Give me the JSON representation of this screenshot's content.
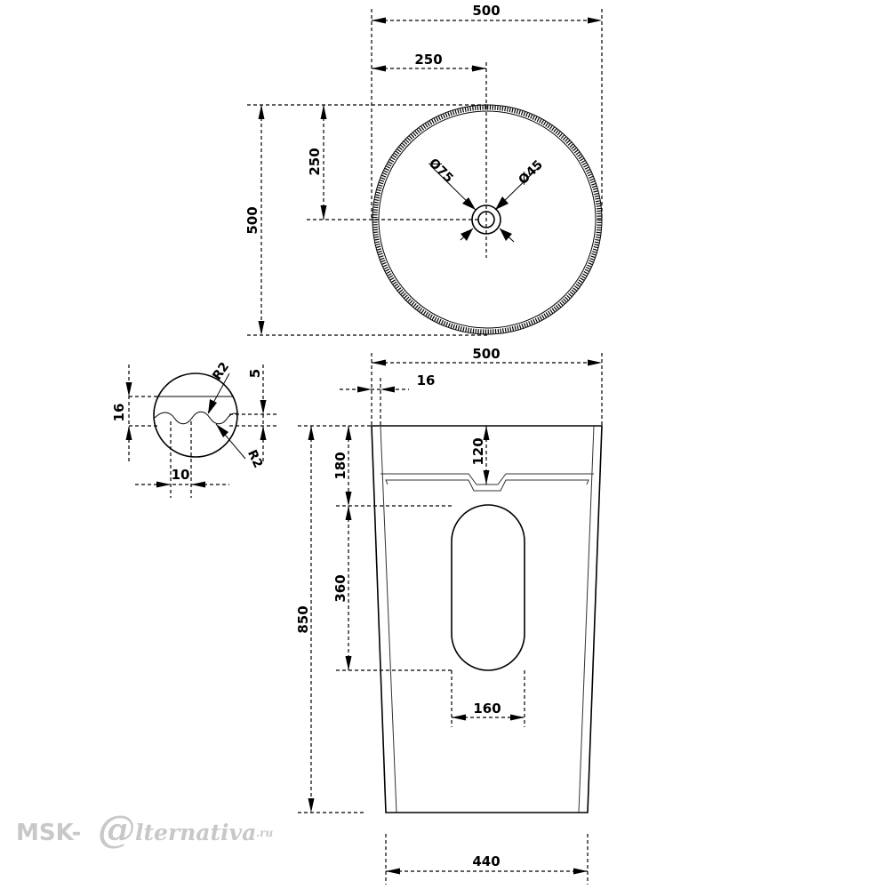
{
  "top_view": {
    "width_label": "500",
    "half_width_label": "250",
    "height_label": "500",
    "half_height_label": "250",
    "drain_outer_label": "Ø75",
    "drain_inner_label": "Ø45"
  },
  "detail": {
    "radius_top_label": "R2",
    "radius_bottom_label": "R2",
    "depth_label": "5",
    "height_label": "16",
    "pitch_label": "10"
  },
  "front_view": {
    "top_width_label": "500",
    "wall_label": "16",
    "basin_depth_label": "120",
    "top_section_label": "180",
    "slot_height_label": "360",
    "total_height_label": "850",
    "slot_width_label": "160",
    "bottom_width_label": "440"
  },
  "watermark": {
    "brand_left": "MSK-",
    "brand_at": "@",
    "brand_right": "lternativa",
    "brand_tld": ".ru"
  }
}
